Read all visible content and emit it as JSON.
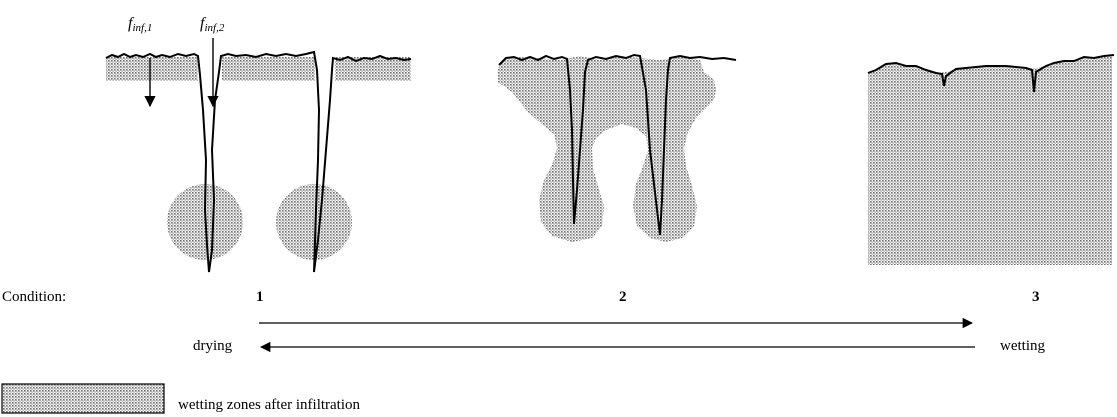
{
  "labels": {
    "condition": "Condition:",
    "drying": "drying",
    "wetting": "wetting",
    "legend": "wetting zones after infiltration",
    "flux1_main": "f",
    "flux1_sub": "inf,1",
    "flux2_main": "f",
    "flux2_sub": "inf,2"
  },
  "conditions": [
    "1",
    "2",
    "3"
  ],
  "colors": {
    "ink": "#000000",
    "wet_zone": "#b8b8b8",
    "background": "#ffffff"
  }
}
